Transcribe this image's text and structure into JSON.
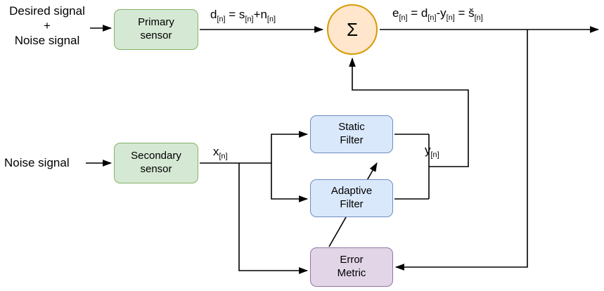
{
  "palette": {
    "sensor_fill": "#d5e8d4",
    "sensor_stroke": "#82b366",
    "filter_fill": "#dae8fc",
    "filter_stroke": "#6c8ebf",
    "error_fill": "#e1d5e7",
    "error_stroke": "#9673a6",
    "sum_fill": "#ffe6cc",
    "sum_stroke": "#d79b00",
    "edge_color": "#000000",
    "background": "#ffffff"
  },
  "nodes": {
    "primary_sensor": {
      "label": "Primary\nsensor"
    },
    "secondary_sensor": {
      "label": "Secondary\nsensor"
    },
    "static_filter": {
      "label": "Static\nFilter"
    },
    "adaptive_filter": {
      "label": "Adaptive\nFilter"
    },
    "error_metric": {
      "label": "Error\nMetric"
    },
    "summer": {
      "symbol": "Σ"
    }
  },
  "labels": {
    "input_top": "Desired signal\n+\nNoise signal",
    "input_bottom": "Noise signal",
    "d_signal": "d_{[n]} = s_{[n]}+n_{[n]}",
    "e_signal": "e_{[n]} = d_{[n]}-y_{[n]} = š_{[n]}",
    "x_signal": "x_{[n]}",
    "y_signal": "y_{[n]}"
  }
}
